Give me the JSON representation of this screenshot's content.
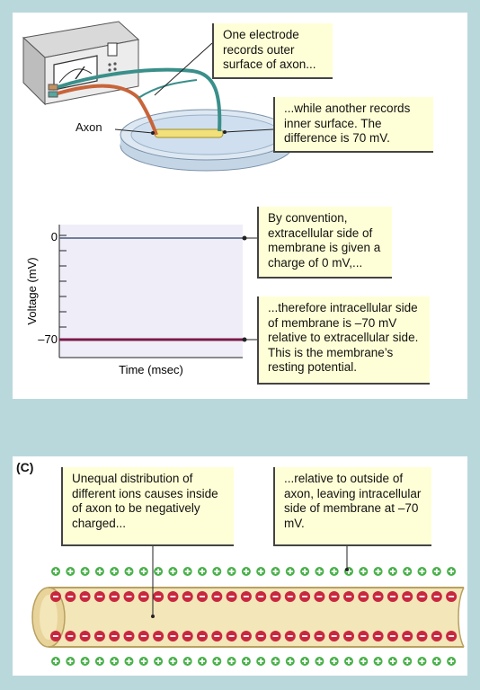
{
  "panel_b": {
    "callout_outer": "One electrode records outer surface of axon...",
    "callout_inner": "...while another records inner surface. The difference is 70 mV.",
    "axon_label": "Axon",
    "graph": {
      "y_label": "Voltage (mV)",
      "x_label": "Time (msec)",
      "tick_top": "0",
      "tick_bottom": "–70"
    },
    "callout_convention": "By convention, extracellular side of membrane is given a charge of 0 mV,...",
    "callout_resting": "...therefore intracellular side of membrane is –70 mV relative to extracellular side. This is the membrane’s resting potential."
  },
  "panel_c": {
    "label": "(C)",
    "callout_unequal": "Unequal distribution of different ions causes inside of axon to be negatively charged...",
    "callout_relative": "...relative to outside of axon, leaving intracellular side of membrane at –70 mV."
  },
  "chart_data": {
    "type": "line",
    "xlabel": "Time (msec)",
    "ylabel": "Voltage (mV)",
    "yticks": [
      0,
      -70
    ],
    "series": [
      {
        "values": [
          0,
          0
        ]
      },
      {
        "values": [
          -70,
          -70
        ]
      }
    ]
  },
  "colors": {
    "background": "#b9d8dc",
    "callout_fill": "#ffffd7",
    "plot_fill": "#efeef8",
    "resting_line": "#7a1a4a",
    "zero_line": "#4a5a78",
    "minus_ion": "#c8283f",
    "plus_ion": "#49b04a"
  }
}
